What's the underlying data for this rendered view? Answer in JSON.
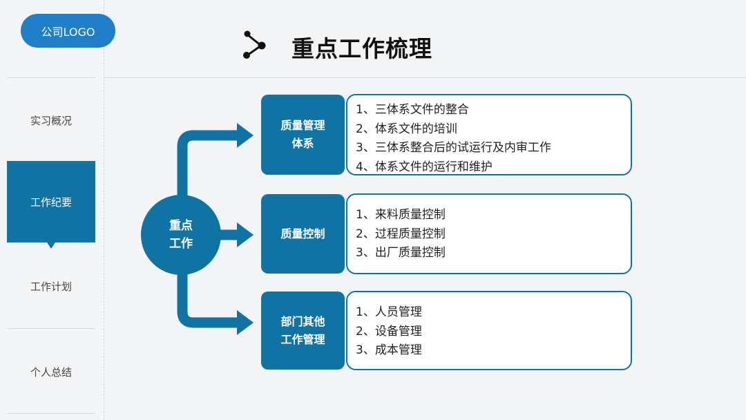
{
  "logo": "公司LOGO",
  "nav": [
    "实习概况",
    "工作纪要",
    "工作计划",
    "个人总结"
  ],
  "title": "重点工作梳理",
  "hub": "重点\n工作",
  "categories": [
    {
      "label": "质量管理\n体系",
      "items": [
        "1、三体系文件的整合",
        "2、体系文件的培训",
        "3、三体系整合后的试运行及内审工作",
        "4、体系文件的运行和维护"
      ]
    },
    {
      "label": "质量控制",
      "items": [
        "1、来料质量控制",
        "2、过程质量控制",
        "3、出厂质量控制"
      ]
    },
    {
      "label": "部门其他\n工作管理",
      "items": [
        "1、人员管理",
        "2、设备管理",
        "3、成本管理"
      ]
    }
  ],
  "colors": {
    "accent": "#0f74a3",
    "logo_bg": "#1f7fc9"
  }
}
